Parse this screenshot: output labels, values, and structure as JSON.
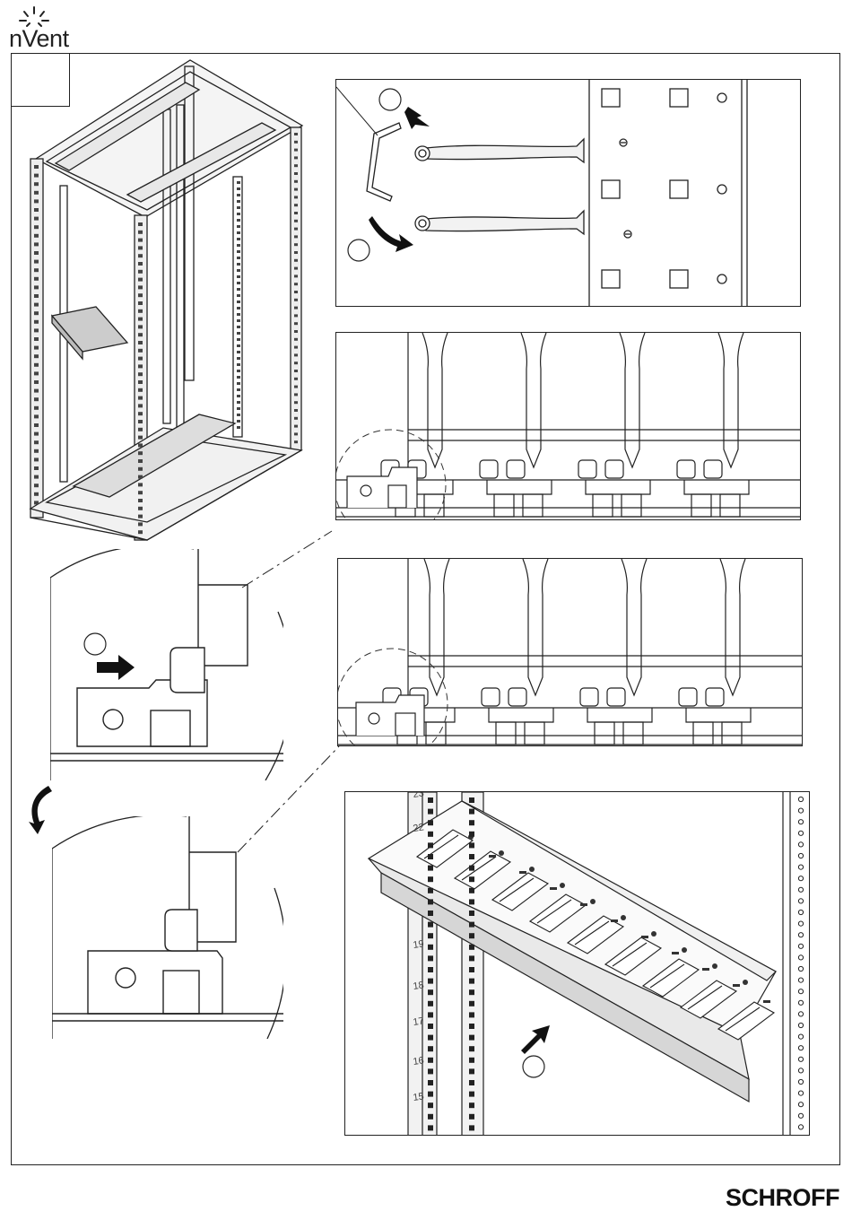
{
  "header": {
    "brand_logo_text": "nVent",
    "brand_logo_icon": "sunburst-icon"
  },
  "footer": {
    "brand_text": "SCHROFF"
  },
  "steps": {
    "step_markers": [
      "",
      "",
      "",
      ""
    ]
  },
  "detail_photo": {
    "rack_unit_numbers": [
      "23",
      "22",
      "19",
      "18",
      "17",
      "16",
      "15"
    ]
  },
  "colors": {
    "line": "#222222",
    "arrow": "#111111",
    "shade": "#cfcfcf"
  }
}
